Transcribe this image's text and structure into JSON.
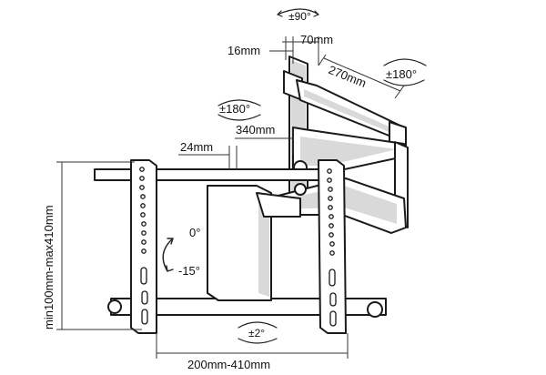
{
  "labels": {
    "tilt_side_rotation": "±90°",
    "arm_depth_min": "70mm",
    "wall_plate_gap": "16mm",
    "arm_extension": "270mm",
    "swivel_right": "±180°",
    "swivel_left": "±180°",
    "arm_total": "340mm",
    "frame_thickness": "24mm",
    "tilt_up": "0°",
    "tilt_down": "-15°",
    "level_adjust": "±2°",
    "vesa_width": "200mm-410mm",
    "vesa_height": "min100mm-max410mm"
  },
  "colors": {
    "line": "#1a1a1a",
    "shade": "#d9d9d9",
    "background": "#ffffff"
  }
}
